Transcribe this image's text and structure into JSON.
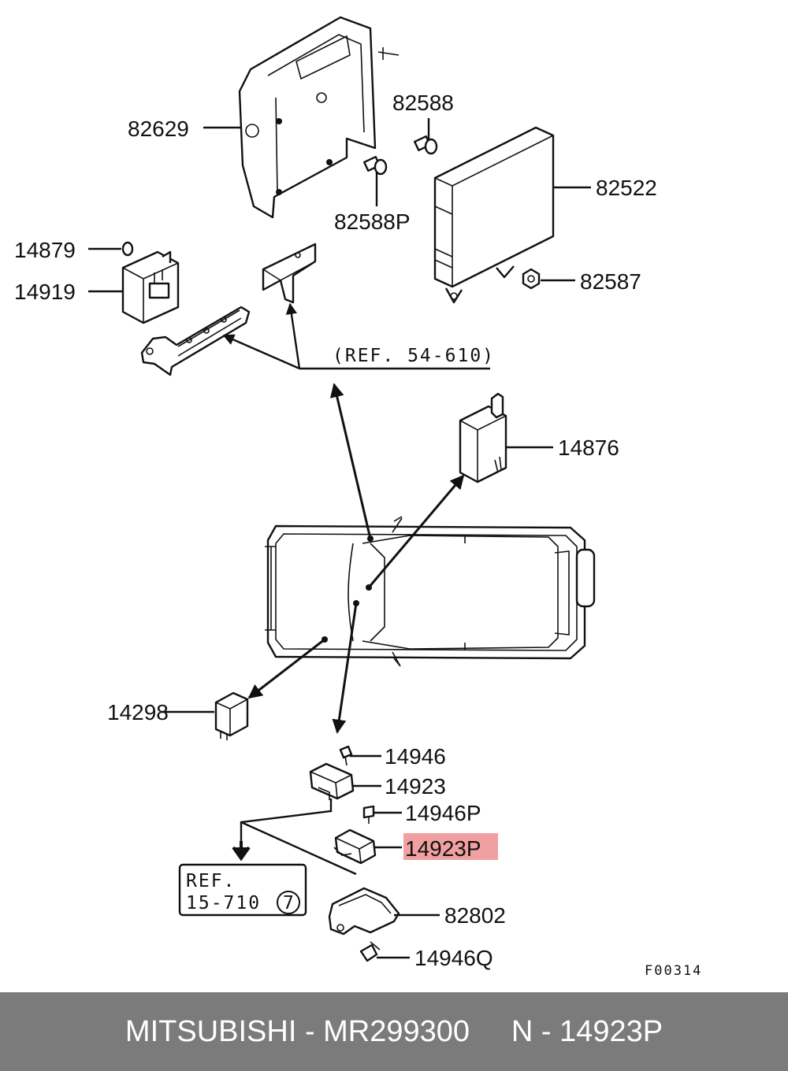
{
  "labels": {
    "p82629": "82629",
    "p82588": "82588",
    "p82588P": "82588P",
    "p82522": "82522",
    "p82587": "82587",
    "p14879": "14879",
    "p14919": "14919",
    "p14876": "14876",
    "p14298": "14298",
    "p14946": "14946",
    "p14923": "14923",
    "p14946P": "14946P",
    "p14923P": "14923P",
    "p82802": "82802",
    "p14946Q": "14946Q"
  },
  "refs": {
    "ref_54_610": "(REF. 54-610)",
    "ref_box_line1": "REF.",
    "ref_box_line2": "15-710",
    "ref_box_circle": "7"
  },
  "figure_code": "F00314",
  "highlight_color": "#f0a0a0",
  "footer": {
    "text": "MITSUBISHI - MR299300     N - 14923P"
  }
}
